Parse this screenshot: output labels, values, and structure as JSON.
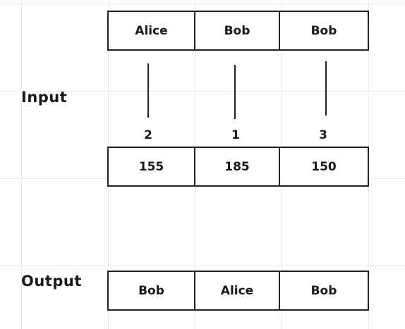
{
  "input": {
    "label": "Input",
    "names": [
      "Alice",
      "Bob",
      "Bob"
    ],
    "indices": [
      "2",
      "1",
      "3"
    ],
    "values": [
      "155",
      "185",
      "150"
    ]
  },
  "output": {
    "label": "Output",
    "names": [
      "Bob",
      "Alice",
      "Bob"
    ]
  }
}
